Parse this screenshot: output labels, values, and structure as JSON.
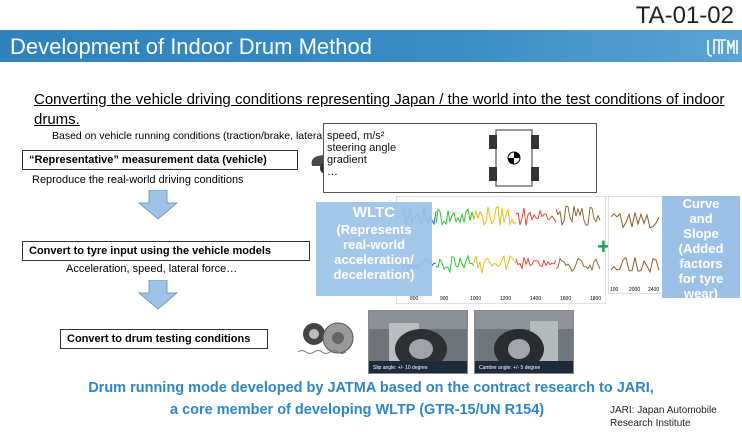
{
  "slide_id": "TA-01-02",
  "title": "Development of Indoor Drum Method",
  "logo_text": "JATMA",
  "headline": "Converting the vehicle driving conditions representing Japan / the world into the test conditions of indoor drums.",
  "subnote": "Based on vehicle running conditions (traction/brake, lateral force...)",
  "step1": {
    "label": "“Representative” measurement data (vehicle)",
    "desc": "Reproduce the real-world driving conditions"
  },
  "step2": {
    "label": "Convert to tyre input using the vehicle models",
    "desc": "Acceleration, speed, lateral force…"
  },
  "step3": {
    "label": "Convert to drum testing conditions"
  },
  "input_lines": [
    "speed, m/s²",
    "steering angle",
    "gradient",
    "…"
  ],
  "wltc_label": [
    "WLTC",
    "(Represents",
    "real-world",
    "acceleration/",
    "deceleration)"
  ],
  "curve_slope_label": [
    "Curve",
    "and",
    "Slope",
    "(Added",
    "factors",
    "for tyre",
    "wear)"
  ],
  "plus_sign": "+",
  "chart_data": {
    "type": "line",
    "x_ticks": [
      "800",
      "900",
      "1000",
      "1200",
      "1400",
      "1600",
      "1800"
    ],
    "slope_x_ticks": [
      "100",
      "2000",
      "2400"
    ],
    "colors": [
      "#1f4fd8",
      "#17c21c",
      "#e6b800",
      "#e8322a",
      "#8a5a2b"
    ]
  },
  "photo1_caption": "Slip angle: +/- 10 degree",
  "photo2_caption": "Camber angle: +/- 5 degree",
  "footer_line1": "Drum running mode developed by JATMA based on the contract research to JARI,",
  "footer_line2": "a core member of developing  WLTP (GTR-15/UN R154)",
  "jari_note": "JARI: Japan Automobile Research Institute",
  "colors": {
    "title_bar": "#3a8cc5",
    "footer": "#2e86c6",
    "label_box": "#9bc2e6"
  }
}
